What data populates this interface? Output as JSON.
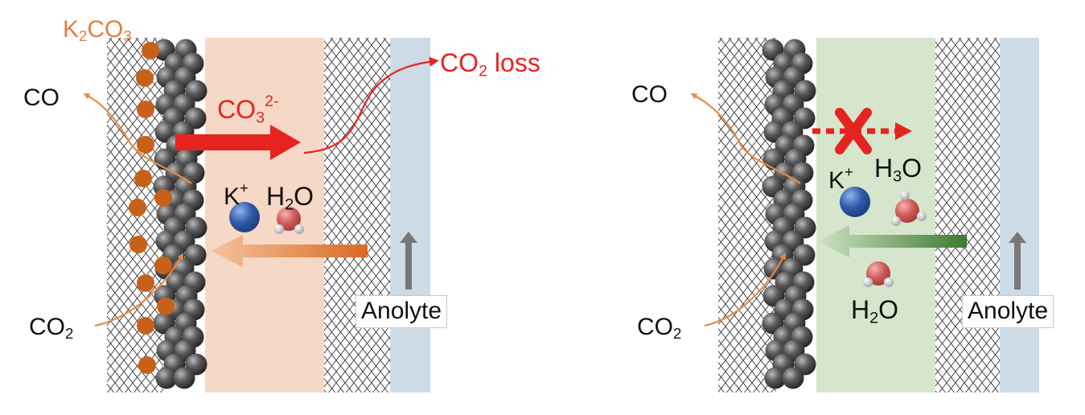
{
  "left_panel": {
    "k2co3": {
      "main": "K",
      "sub1": "2",
      "mid": "CO",
      "sub2": "3"
    },
    "co_label": "CO",
    "co2_label": {
      "main": "CO",
      "sub": "2"
    },
    "carbonate": {
      "main": "CO",
      "sub": "3",
      "sup": "2-"
    },
    "co2_loss": {
      "main": "CO",
      "sub": "2",
      "tail": " loss"
    },
    "k_ion": {
      "main": "K",
      "sup": "+"
    },
    "water": {
      "main": "H",
      "sub": "2",
      "tail": "O"
    },
    "anolyte_label": "Anolyte"
  },
  "right_panel": {
    "co_label": "CO",
    "co2_label": {
      "main": "CO",
      "sub": "2"
    },
    "k_ion": {
      "main": "K",
      "sup": "+"
    },
    "hydronium": {
      "main": "H",
      "sub": "3",
      "tail": "O"
    },
    "water": {
      "main": "H",
      "sub": "2",
      "tail": "O"
    },
    "anolyte_label": "Anolyte"
  },
  "colors": {
    "red": "#e52421",
    "orange": "#e88a48",
    "k2co3_text": "#e67e3a",
    "k2co3_dot": "#c9601a",
    "catholyte_left": "#f6d8c6",
    "catholyte_right": "#d5e6cd",
    "membrane": "#cddbe6",
    "green": "#3d7a2f",
    "k_ion": "#2f5aa8",
    "water_o": "#d05a5a"
  }
}
